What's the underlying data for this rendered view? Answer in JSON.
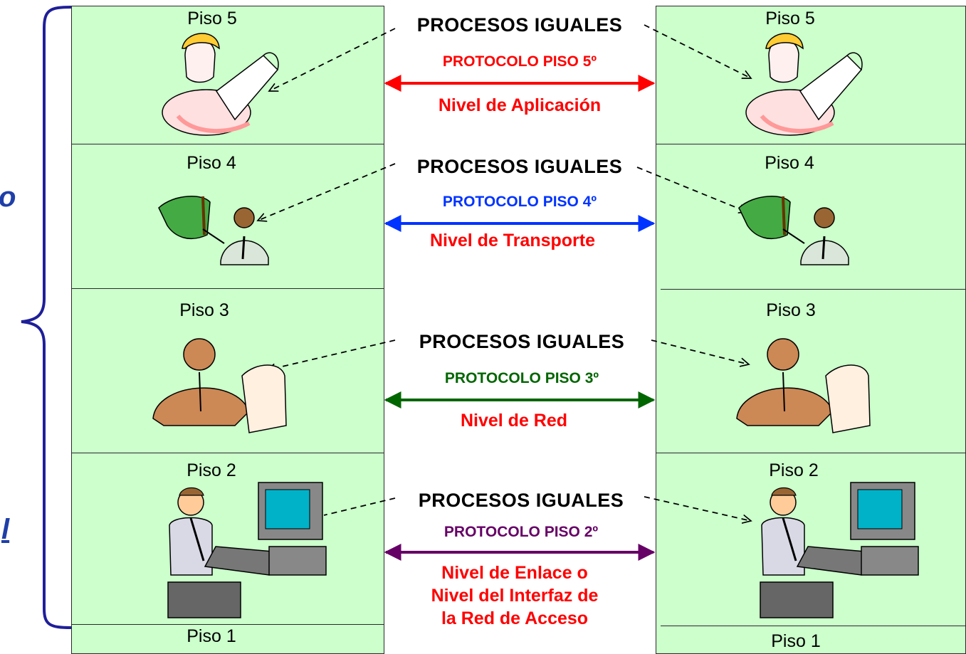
{
  "floors_left": {
    "f5": "Piso 5",
    "f4": "Piso 4",
    "f3": "Piso 3",
    "f2": "Piso 2",
    "f1": "Piso 1"
  },
  "floors_right": {
    "f5": "Piso 5",
    "f4": "Piso 4",
    "f3": "Piso 3",
    "f2": "Piso 2",
    "f1": "Piso 1"
  },
  "layers": {
    "l5": {
      "procesos": "PROCESOS  IGUALES",
      "protocolo": "PROTOCOLO PISO 5º",
      "nivel": "Nivel de Aplicación",
      "color": "#ff0000"
    },
    "l4": {
      "procesos": "PROCESOS  IGUALES",
      "protocolo": "PROTOCOLO PISO 4º",
      "nivel": "Nivel de Transporte",
      "color": "#0033ff"
    },
    "l3": {
      "procesos": "PROCESOS  IGUALES",
      "protocolo": "PROTOCOLO PISO 3º",
      "nivel": "Nivel de Red",
      "color": "#006600"
    },
    "l2": {
      "procesos": "PROCESOS  IGUALES",
      "protocolo": "PROTOCOLO PISO 2º",
      "nivel_1": "Nivel de Enlace o",
      "nivel_2": "Nivel del Interfaz de",
      "nivel_3": "la Red de Acceso",
      "color": "#660066"
    }
  },
  "side_fragments": {
    "top": "o",
    "bottom": "l"
  },
  "figures": [
    "architect-figure",
    "presenter-figure",
    "office-worker-figure",
    "computer-user-figure"
  ],
  "colors": {
    "floor_fill": "#ccffcc",
    "brace": "#1f1f99",
    "nivel_text": "#ff0000"
  }
}
